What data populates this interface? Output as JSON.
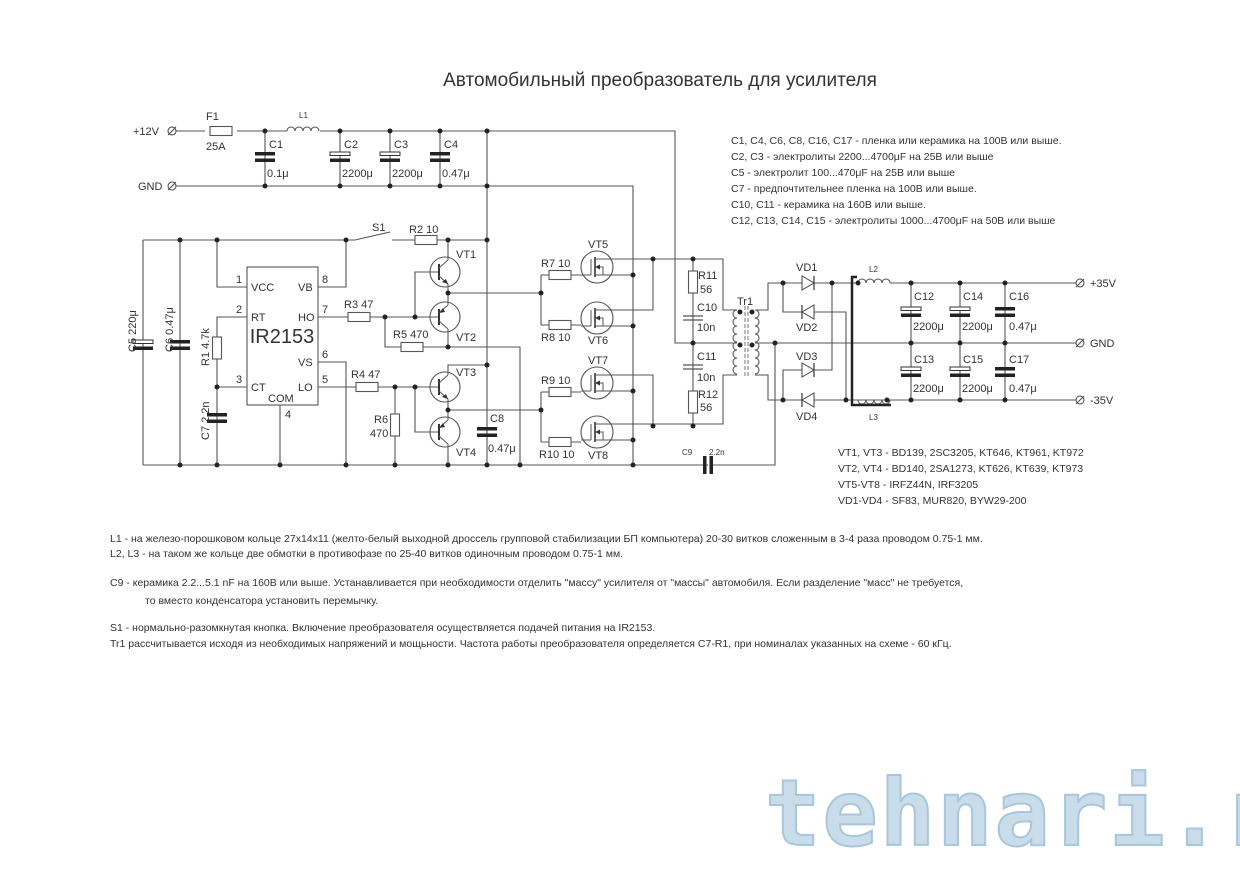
{
  "title": "Автомобильный преобразователь для усилителя",
  "terminals": {
    "plus12": "+12V",
    "gnd_in": "GND",
    "plus35": "+35V",
    "gnd_out": "GND",
    "minus35": "-35V"
  },
  "parts": {
    "F1": "F1",
    "F1_val": "25A",
    "L1": "L1",
    "L2": "L2",
    "L3": "L3",
    "C1": "C1",
    "C1_val": "0.1μ",
    "C2": "C2",
    "C2_val": "2200μ",
    "C3": "C3",
    "C3_val": "2200μ",
    "C4": "C4",
    "C4_val": "0.47μ",
    "C5": "C5 220μ",
    "C6": "C6 0.47μ",
    "C7": "C7 2.2n",
    "C8": "C8",
    "C8_val": "0.47μ",
    "C9": "C9",
    "C9_val": "2.2n",
    "C10": "C10",
    "C10_val": "10n",
    "C11": "C11",
    "C11_val": "10n",
    "C12": "C12",
    "C13": "C13",
    "C14": "C14",
    "C15": "C15",
    "C16": "C16",
    "C17": "C17",
    "C12_val": "2200μ",
    "C13_val": "2200μ",
    "C14_val": "2200μ",
    "C15_val": "2200μ",
    "C16_val": "0.47μ",
    "C17_val": "0.47μ",
    "S1": "S1",
    "R1": "R1 4.7k",
    "R2": "R2  10",
    "R3": "R3  47",
    "R4": "R4  47",
    "R5": "R5  470",
    "R6": "R6",
    "R6_val": "470",
    "R7": "R7  10",
    "R8": "R8  10",
    "R9": "R9  10",
    "R10": "R10  10",
    "R11": "R11",
    "R11_val": "56",
    "R12": "R12",
    "R12_val": "56",
    "VT1": "VT1",
    "VT2": "VT2",
    "VT3": "VT3",
    "VT4": "VT4",
    "VT5": "VT5",
    "VT6": "VT6",
    "VT7": "VT7",
    "VT8": "VT8",
    "VD1": "VD1",
    "VD2": "VD2",
    "VD3": "VD3",
    "VD4": "VD4",
    "Tr1": "Tr1"
  },
  "ic": {
    "name": "IR2153",
    "pins": [
      {
        "num": "1",
        "label": "VCC"
      },
      {
        "num": "2",
        "label": "RT"
      },
      {
        "num": "3",
        "label": "CT"
      },
      {
        "num": "4",
        "label": "COM"
      },
      {
        "num": "5",
        "label": "LO"
      },
      {
        "num": "6",
        "label": "VS"
      },
      {
        "num": "7",
        "label": "HO"
      },
      {
        "num": "8",
        "label": "VB"
      }
    ]
  },
  "cap_notes": [
    "C1, C4, C6, C8, C16, C17 - пленка или керамика на 100В или выше.",
    "C2, C3 - электролиты 2200...4700μF  на 25В или выше",
    "C5 - электролит 100...470μF  на 25В или выше",
    "C7 - предпочтительнее пленка на 100В или выше.",
    "C10, C11 -  керамика на 160В или выше.",
    "C12, C13, C14, C15 - электролиты 1000...4700μF  на 50В или выше"
  ],
  "semi_notes": [
    "VT1, VT3 - BD139, 2SC3205, KT646, KT961, KT972",
    "VT2, VT4 - BD140, 2SA1273, KT626, KT639, KT973",
    "VT5-VT8  -  IRFZ44N, IRF3205",
    "VD1-VD4  -  SF83, MUR820, BYW29-200"
  ],
  "notes": [
    "L1 - на железо-порошковом кольце 27x14x11 (желто-белый выходной дроссель групповой стабилизации БП компьютера) 20-30 витков сложенным в 3-4 раза проводом 0.75-1 мм.",
    "L2, L3 - на таком же кольце две обмотки в противофазе по 25-40 витков одиночным проводом 0.75-1 мм.",
    "C9 -  керамика 2.2...5.1 nF на 160В или выше. Устанавливается при необходимости отделить \"массу\" усилителя от \"массы\" автомобиля. Если разделение \"масс\" не требуется,",
    "то вместо конденсатора установить перемычку.",
    "S1 - нормально-разомкнутая кнопка. Включение преобразователя осуществляется подачей питания на IR2153.",
    "Tr1 рассчитывается исходя из необходимых напряжений и мощьности. Частота работы преобразователя определяется C7-R1, при номиналах указанных на схеме - 60 кГц."
  ],
  "watermark": "tehnari.ru"
}
